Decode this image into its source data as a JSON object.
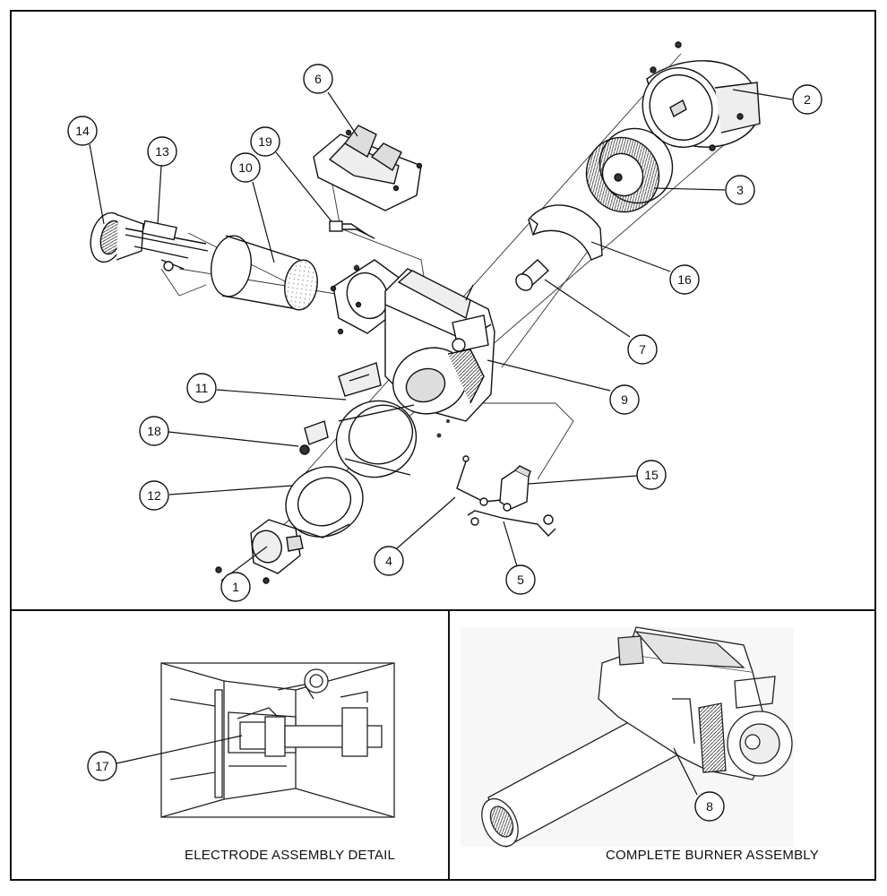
{
  "callouts": [
    {
      "num": "1"
    },
    {
      "num": "2"
    },
    {
      "num": "3"
    },
    {
      "num": "4"
    },
    {
      "num": "5"
    },
    {
      "num": "6"
    },
    {
      "num": "7"
    },
    {
      "num": "8"
    },
    {
      "num": "9"
    },
    {
      "num": "10"
    },
    {
      "num": "11"
    },
    {
      "num": "12"
    },
    {
      "num": "13"
    },
    {
      "num": "14"
    },
    {
      "num": "15"
    },
    {
      "num": "16"
    },
    {
      "num": "17"
    },
    {
      "num": "18"
    },
    {
      "num": "19"
    }
  ],
  "panels": {
    "electrode": {
      "caption": "ELECTRODE ASSEMBLY DETAIL"
    },
    "complete": {
      "caption": "COMPLETE BURNER ASSEMBLY"
    }
  }
}
